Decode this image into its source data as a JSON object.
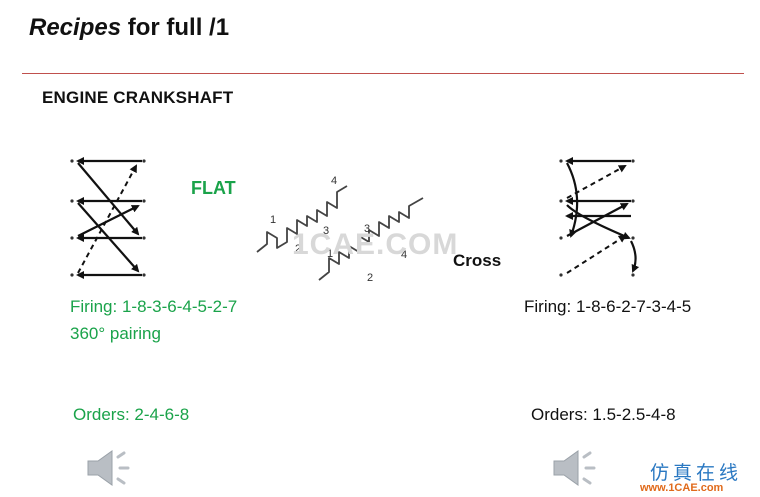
{
  "slide": {
    "title_emphasis": "Recipes",
    "title_rest": "for full /1",
    "heading": "ENGINE CRANKSHAFT"
  },
  "flat": {
    "label": "FLAT",
    "firing": "Firing: 1-8-3-6-4-5-2-7",
    "pairing": "360°   pairing",
    "orders": "Orders: 2-4-6-8"
  },
  "cross": {
    "label": "Cross",
    "firing": "Firing: 1-8-6-2-7-3-4-5",
    "orders": "Orders: 1.5-2.5-4-8"
  },
  "crank_diagram": {
    "flat_crank_labels": [
      "1",
      "2",
      "3",
      "4"
    ],
    "cross_crank_labels": [
      "1",
      "2",
      "3",
      "4"
    ],
    "faint_watermark": "1CAE.COM"
  },
  "watermark": {
    "text": "仿真在线",
    "url": "www.1CAE.com"
  },
  "colors": {
    "accent_rule": "#c0504d",
    "green_text": "#1aa34a"
  },
  "icons": [
    "speaker-icon",
    "speaker-icon"
  ]
}
